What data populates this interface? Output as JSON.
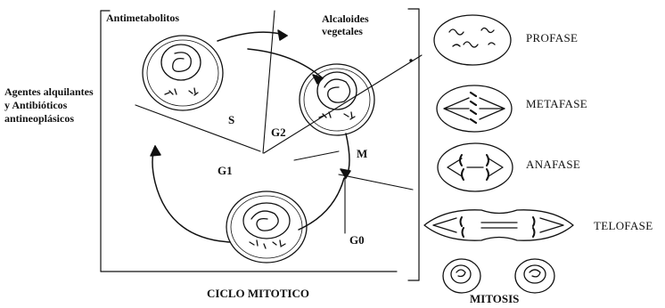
{
  "labels": {
    "antimetabolitos": "Antimetabolitos",
    "alcaloides": "Alcaloides vegetales",
    "agentes": "Agentes alquilantes y Antibióticos antineoplásicos",
    "phase_s": "S",
    "phase_g2": "G2",
    "phase_m": "M",
    "phase_g1": "G1",
    "phase_g0": "G0",
    "profase": "PROFASE",
    "metafase": "METAFASE",
    "anafase": "ANAFASE",
    "telofase": "TELOFASE",
    "ciclo": "CICLO MITOTICO",
    "mitosis": "MITOSIS"
  }
}
